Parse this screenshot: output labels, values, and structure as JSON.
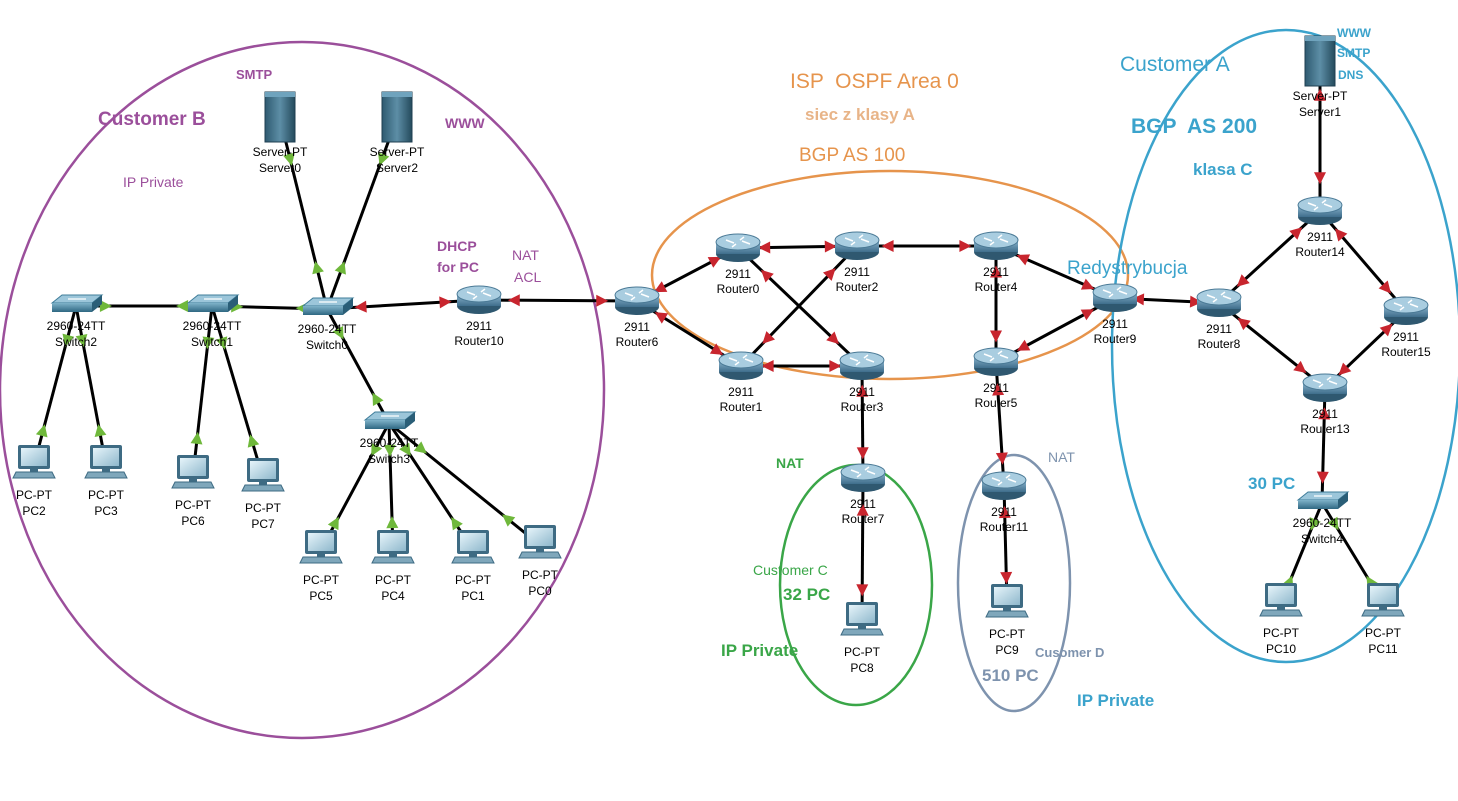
{
  "colors": {
    "customer_b": "#9b4f9b",
    "isp": "#e6944c",
    "customer_a": "#3ba3cc",
    "customer_c": "#3aa648",
    "customer_d": "#7e93ae",
    "router_body": "#5c8aa8",
    "switch_body": "#3f7d9a",
    "link": "#000000",
    "arrow_red": "#c8252e",
    "arrow_green": "#6fb83b"
  },
  "annotations": {
    "customer_b": "Customer B",
    "ip_private_b": "IP Private",
    "smtp": "SMTP",
    "www_b": "WWW",
    "dhcp_line1": "DHCP",
    "dhcp_line2": "for PC",
    "nat_acl_line1": "NAT",
    "nat_acl_line2": "ACL",
    "isp_title": "ISP  OSPF Area 0",
    "isp_class": "siec z klasy A",
    "bgp_100": "BGP AS 100",
    "customer_a": "Customer A",
    "bgp_200": "BGP  AS 200",
    "klasa_c": "klasa C",
    "services_line1": "WWW",
    "services_line2": "SMTP",
    "services_line3": "DNS",
    "redystrybucja": "Redystrybucja",
    "pc_30": "30 PC",
    "nat_c": "NAT",
    "customer_c": "Customer C",
    "pc_32": "32 PC",
    "ip_private_c": "IP Private",
    "nat_d": "NAT",
    "customer_d": "Cusomer D",
    "pc_510": "510 PC",
    "ip_private_d": "IP Private"
  },
  "devices": [
    {
      "id": "server0",
      "kind": "server",
      "model": "Server-PT",
      "name": "Server0"
    },
    {
      "id": "server2",
      "kind": "server",
      "model": "Server-PT",
      "name": "Server2"
    },
    {
      "id": "server1",
      "kind": "server",
      "model": "Server-PT",
      "name": "Server1"
    },
    {
      "id": "switch2",
      "kind": "switch",
      "model": "2960-24TT",
      "name": "Switch2"
    },
    {
      "id": "switch1",
      "kind": "switch",
      "model": "2960-24TT",
      "name": "Switch1"
    },
    {
      "id": "switch0",
      "kind": "switch",
      "model": "2960-24TT",
      "name": "Switch0"
    },
    {
      "id": "switch3",
      "kind": "switch",
      "model": "2960-24TT",
      "name": "Switch3"
    },
    {
      "id": "switch4",
      "kind": "switch",
      "model": "2960-24TT",
      "name": "Switch4"
    },
    {
      "id": "router10",
      "kind": "router",
      "model": "2911",
      "name": "Router10"
    },
    {
      "id": "router6",
      "kind": "router",
      "model": "2911",
      "name": "Router6"
    },
    {
      "id": "router0",
      "kind": "router",
      "model": "2911",
      "name": "Router0"
    },
    {
      "id": "router1",
      "kind": "router",
      "model": "2911",
      "name": "Router1"
    },
    {
      "id": "router2",
      "kind": "router",
      "model": "2911",
      "name": "Router2"
    },
    {
      "id": "router3",
      "kind": "router",
      "model": "2911",
      "name": "Router3"
    },
    {
      "id": "router4",
      "kind": "router",
      "model": "2911",
      "name": "Router4"
    },
    {
      "id": "router5",
      "kind": "router",
      "model": "2911",
      "name": "Router5"
    },
    {
      "id": "router9",
      "kind": "router",
      "model": "2911",
      "name": "Router9"
    },
    {
      "id": "router7",
      "kind": "router",
      "model": "2911",
      "name": "Router7"
    },
    {
      "id": "router11",
      "kind": "router",
      "model": "2911",
      "name": "Router11"
    },
    {
      "id": "router8",
      "kind": "router",
      "model": "2911",
      "name": "Router8"
    },
    {
      "id": "router14",
      "kind": "router",
      "model": "2911",
      "name": "Router14"
    },
    {
      "id": "router15",
      "kind": "router",
      "model": "2911",
      "name": "Router15"
    },
    {
      "id": "router13",
      "kind": "router",
      "model": "2911",
      "name": "Router13"
    },
    {
      "id": "pc2",
      "kind": "pc",
      "model": "PC-PT",
      "name": "PC2"
    },
    {
      "id": "pc3",
      "kind": "pc",
      "model": "PC-PT",
      "name": "PC3"
    },
    {
      "id": "pc6",
      "kind": "pc",
      "model": "PC-PT",
      "name": "PC6"
    },
    {
      "id": "pc7",
      "kind": "pc",
      "model": "PC-PT",
      "name": "PC7"
    },
    {
      "id": "pc5",
      "kind": "pc",
      "model": "PC-PT",
      "name": "PC5"
    },
    {
      "id": "pc4",
      "kind": "pc",
      "model": "PC-PT",
      "name": "PC4"
    },
    {
      "id": "pc1",
      "kind": "pc",
      "model": "PC-PT",
      "name": "PC1"
    },
    {
      "id": "pc0",
      "kind": "pc",
      "model": "PC-PT",
      "name": "PC0"
    },
    {
      "id": "pc8",
      "kind": "pc",
      "model": "PC-PT",
      "name": "PC8"
    },
    {
      "id": "pc9",
      "kind": "pc",
      "model": "PC-PT",
      "name": "PC9"
    },
    {
      "id": "pc10",
      "kind": "pc",
      "model": "PC-PT",
      "name": "PC10"
    },
    {
      "id": "pc11",
      "kind": "pc",
      "model": "PC-PT",
      "name": "PC11"
    }
  ],
  "links": [
    {
      "from": "switch2",
      "to": "switch1",
      "status": "up"
    },
    {
      "from": "switch1",
      "to": "switch0",
      "status": "up"
    },
    {
      "from": "switch2",
      "to": "pc2",
      "status": "up"
    },
    {
      "from": "switch2",
      "to": "pc3",
      "status": "up"
    },
    {
      "from": "switch1",
      "to": "pc6",
      "status": "up"
    },
    {
      "from": "switch1",
      "to": "pc7",
      "status": "up"
    },
    {
      "from": "switch0",
      "to": "server0",
      "status": "up"
    },
    {
      "from": "switch0",
      "to": "server2",
      "status": "up"
    },
    {
      "from": "switch0",
      "to": "switch3",
      "status": "up"
    },
    {
      "from": "switch3",
      "to": "pc5",
      "status": "up"
    },
    {
      "from": "switch3",
      "to": "pc4",
      "status": "up"
    },
    {
      "from": "switch3",
      "to": "pc1",
      "status": "up"
    },
    {
      "from": "switch3",
      "to": "pc0",
      "status": "up"
    },
    {
      "from": "switch0",
      "to": "router10",
      "status": "down"
    },
    {
      "from": "router10",
      "to": "router6",
      "status": "down"
    },
    {
      "from": "router6",
      "to": "router0",
      "status": "down"
    },
    {
      "from": "router6",
      "to": "router1",
      "status": "down"
    },
    {
      "from": "router0",
      "to": "router2",
      "status": "down"
    },
    {
      "from": "router0",
      "to": "router3",
      "status": "down"
    },
    {
      "from": "router1",
      "to": "router2",
      "status": "down"
    },
    {
      "from": "router1",
      "to": "router3",
      "status": "down"
    },
    {
      "from": "router2",
      "to": "router4",
      "status": "down"
    },
    {
      "from": "router4",
      "to": "router5",
      "status": "down"
    },
    {
      "from": "router4",
      "to": "router9",
      "status": "down"
    },
    {
      "from": "router5",
      "to": "router9",
      "status": "down"
    },
    {
      "from": "router3",
      "to": "router7",
      "status": "down"
    },
    {
      "from": "router7",
      "to": "pc8",
      "status": "down"
    },
    {
      "from": "router5",
      "to": "router11",
      "status": "down"
    },
    {
      "from": "router11",
      "to": "pc9",
      "status": "down"
    },
    {
      "from": "router9",
      "to": "router8",
      "status": "down"
    },
    {
      "from": "router8",
      "to": "router14",
      "status": "down"
    },
    {
      "from": "router8",
      "to": "router13",
      "status": "down"
    },
    {
      "from": "router14",
      "to": "router15",
      "status": "down"
    },
    {
      "from": "router15",
      "to": "router13",
      "status": "down"
    },
    {
      "from": "server1",
      "to": "router14",
      "status": "down"
    },
    {
      "from": "router13",
      "to": "switch4",
      "status": "down"
    },
    {
      "from": "switch4",
      "to": "pc10",
      "status": "up"
    },
    {
      "from": "switch4",
      "to": "pc11",
      "status": "up"
    }
  ]
}
